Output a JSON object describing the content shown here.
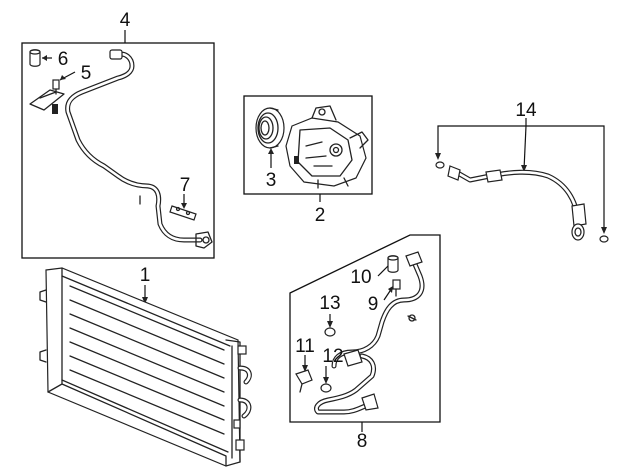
{
  "diagram": {
    "callouts": {
      "p1": "1",
      "p2": "2",
      "p3": "3",
      "p4": "4",
      "p5": "5",
      "p6": "6",
      "p7": "7",
      "p8": "8",
      "p9": "9",
      "p10": "10",
      "p11": "11",
      "p12": "12",
      "p13": "13",
      "p14": "14"
    },
    "colors": {
      "ink": "#222222",
      "background": "#ffffff"
    }
  }
}
